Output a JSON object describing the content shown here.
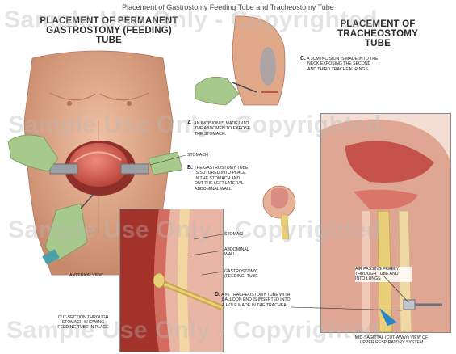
{
  "header": {
    "title": "Placement of Gastrostomy Feeding Tube and Tracheostomy Tube"
  },
  "left": {
    "heading_line1": "PLACEMENT OF PERMANENT",
    "heading_line2": "GASTROSTOMY (FEEDING) TUBE",
    "anterior_view": "ANTERIOR VIEW",
    "cut_section_line1": "CUT-SECTION THROUGH",
    "cut_section_line2": "STOMACH SHOWING",
    "cut_section_line3": "FEEDING TUBE IN PLACE"
  },
  "right": {
    "heading_line1": "PLACEMENT OF TRACHEOSTOMY",
    "heading_line2": "TUBE",
    "midsagittal_line1": "MID-SAGITTAL (CUT-AWAY) VIEW OF",
    "midsagittal_line2": "UPPER RESPIRATORY SYSTEM"
  },
  "steps": {
    "a": {
      "letter": "A.",
      "line1": "AN INCISION IS MADE INTO",
      "line2": "THE ABDOMEN TO EXPOSE",
      "line3": "THE STOMACH."
    },
    "b": {
      "letter": "B.",
      "line1": "THE GASTROSTOMY TUBE",
      "line2": "IS SUTURED INTO PLACE",
      "line3": "IN THE STOMACH AND",
      "line4": "OUT THE LEFT LATERAL",
      "line5": "ABDOMINAL WALL."
    },
    "c": {
      "letter": "C.",
      "line1": "A 3CM INCISION IS MADE INTO THE",
      "line2": "NECK EXPOSING THE SECOND",
      "line3": "AND THIRD TRACHEAL RINGS."
    },
    "d": {
      "letter": "D.",
      "line1": "A #6 TRACHEOSTOMY TUBE WITH",
      "line2": "BALLOON END IS INSERTED INTO",
      "line3": "A HOLE MADE IN THE TRACHEA."
    }
  },
  "labels": {
    "stomach_a": "STOMACH",
    "stomach_b": "STOMACH",
    "abdominal_wall_line1": "ABDOMINAL",
    "abdominal_wall_line2": "WALL",
    "gastrostomy_tube_line1": "GASTROSTOMY",
    "gastrostomy_tube_line2": "(FEEDING) TUBE",
    "air_line1": "AIR PASSING FREELY",
    "air_line2": "THROUGH TUBE AND",
    "air_line3": "INTO LUNGS"
  },
  "watermarks": [
    "Sample Use Only - Copyrighted",
    "Sample Use Only - Copyrighted",
    "Sample Use Only - Copyrighted",
    "Sample Use Only - Copyrighted"
  ],
  "colors": {
    "skin": "#e2a88a",
    "glove": "#a8c98c",
    "stomach": "#d9645a",
    "trachea": "#e9cf7a",
    "tube": "#c9a74f",
    "panel_border": "#8a8a8a"
  }
}
